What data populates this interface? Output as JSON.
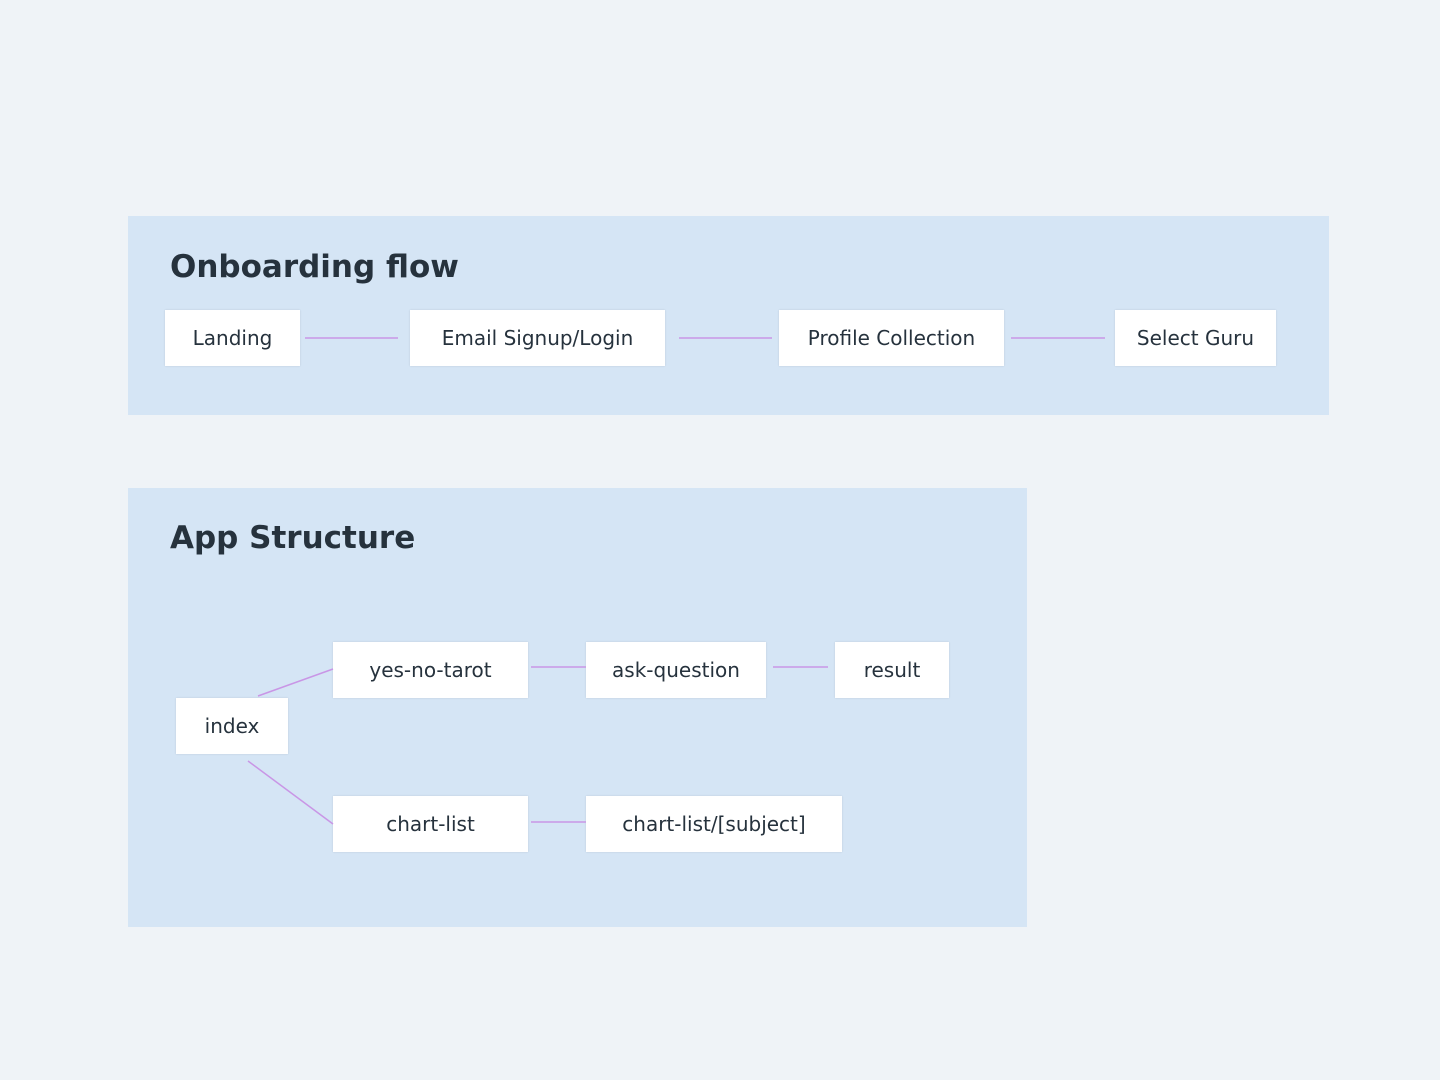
{
  "colors": {
    "background": "#eff3f7",
    "panel": "#d5e5f5",
    "node": "#ffffff",
    "text": "#26323d",
    "connector": "#c996e6"
  },
  "onboarding": {
    "title": "Onboarding flow",
    "steps": [
      "Landing",
      "Email Signup/Login",
      "Profile Collection",
      "Select Guru"
    ]
  },
  "app_structure": {
    "title": "App Structure",
    "nodes": {
      "index": "index",
      "yes_no_tarot": "yes-no-tarot",
      "ask_question": "ask-question",
      "result": "result",
      "chart_list": "chart-list",
      "chart_list_subject": "chart-list/[subject]"
    },
    "edges": [
      [
        "index",
        "yes_no_tarot"
      ],
      [
        "yes_no_tarot",
        "ask_question"
      ],
      [
        "ask_question",
        "result"
      ],
      [
        "index",
        "chart_list"
      ],
      [
        "chart_list",
        "chart_list_subject"
      ]
    ]
  }
}
